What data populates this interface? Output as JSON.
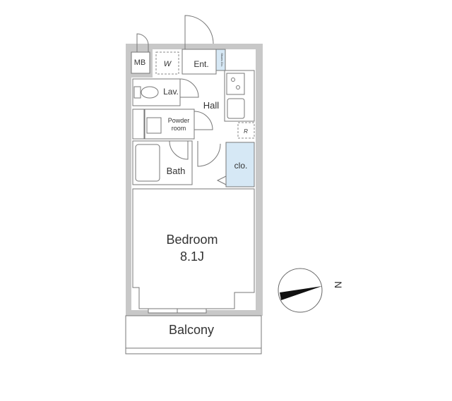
{
  "rooms": {
    "mb": "MB",
    "washer": "W",
    "entrance": "Ent.",
    "shoe_closet": "Shoes Clo.",
    "lavatory": "Lav.",
    "hall": "Hall",
    "powder_room_line1": "Powder",
    "powder_room_line2": "room",
    "refrigerator": "R",
    "bath": "Bath",
    "closet": "clo.",
    "bedroom": "Bedroom",
    "bedroom_size": "8.1J",
    "balcony": "Balcony"
  },
  "compass": {
    "label": "N"
  },
  "colors": {
    "wall": "#c8c8c8",
    "closet": "#d6e8f5",
    "line": "#777777"
  }
}
